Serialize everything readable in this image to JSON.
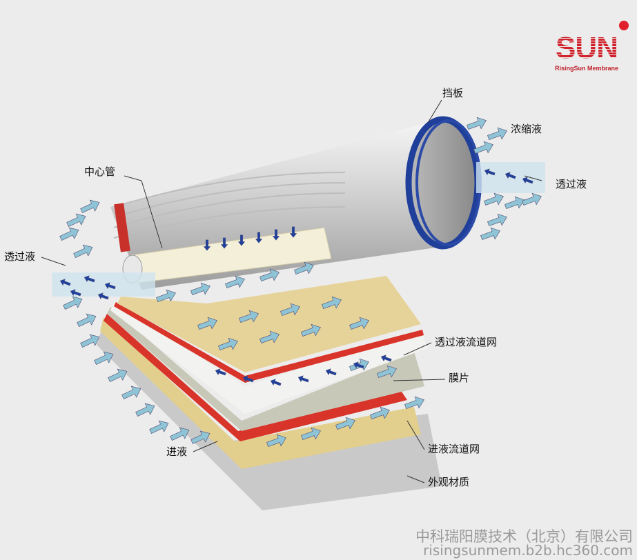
{
  "logo": {
    "brand": "SUN",
    "tagline": "RisingSun Membrane"
  },
  "labels": {
    "baffle": "挡板",
    "concentrate": "浓缩液",
    "permeate_right": "透过液",
    "center_tube": "中心管",
    "permeate_left": "透过液",
    "permeate_spacer": "透过液流道网",
    "membrane_sheet": "膜片",
    "feed_spacer": "进液流道网",
    "outer_wrap": "外观材质",
    "feed": "进液"
  },
  "footer": {
    "company": "中科瑞阳膜技术（北京）有限公司",
    "url": "risingsunmem.b2b.hc360.com"
  },
  "colors": {
    "brand_red": "#d0202a",
    "rim_blue": "#1f3f9a",
    "arrow": "#8fc3d6",
    "beige": "#e6d39a"
  }
}
